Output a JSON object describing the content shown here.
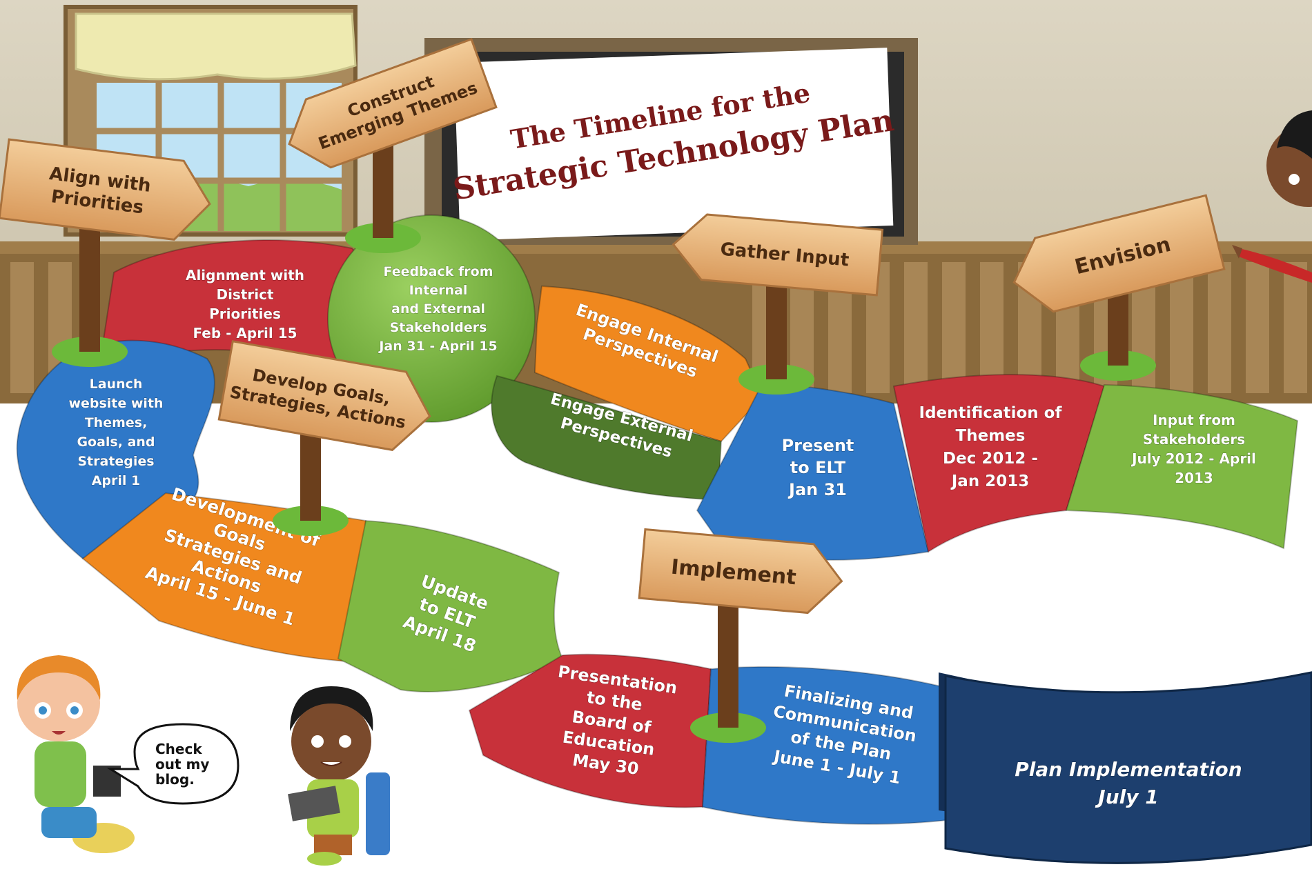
{
  "title": {
    "line1": "The Timeline for the",
    "line2": "Strategic Technology Plan"
  },
  "signs": {
    "align": [
      "Align with",
      "Priorities"
    ],
    "construct": [
      "Construct",
      "Emerging Themes"
    ],
    "develop": [
      "Develop Goals,",
      "Strategies, Actions"
    ],
    "gather": [
      "Gather Input"
    ],
    "envision": [
      "Envision"
    ],
    "implement": [
      "Implement"
    ]
  },
  "segments": {
    "alignment": [
      "Alignment with",
      "District",
      "Priorities",
      "Feb - April 15"
    ],
    "feedback": [
      "Feedback from",
      "Internal",
      "and External",
      "Stakeholders",
      "Jan 31 - April 15"
    ],
    "engage_internal": [
      "Engage Internal",
      "Perspectives"
    ],
    "engage_external": [
      "Engage External",
      "Perspectives"
    ],
    "present_elt": [
      "Present",
      "to ELT",
      "Jan 31"
    ],
    "identification": [
      "Identification of",
      "Themes",
      "Dec 2012 -",
      "Jan 2013"
    ],
    "input_stakeholders": [
      "Input from",
      "Stakeholders",
      "July 2012 - April",
      "2013"
    ],
    "launch": [
      "Launch",
      "website with",
      "Themes,",
      "Goals, and",
      "Strategies",
      "April 1"
    ],
    "development": [
      "Development of",
      "Goals",
      "Strategies and",
      "Actions",
      "April 15 - June 1"
    ],
    "update_elt": [
      "Update",
      "to ELT",
      "April 18"
    ],
    "presentation_board": [
      "Presentation",
      "to the",
      "Board of",
      "Education",
      "May 30"
    ],
    "finalizing": [
      "Finalizing and",
      "Communication",
      "of the Plan",
      "June 1 - July 1"
    ]
  },
  "banner": [
    "Plan Implementation",
    "July 1"
  ],
  "speech_bubble": [
    "Check",
    "out my",
    "blog."
  ],
  "colors": {
    "red": "#c8313a",
    "green": "#7fb843",
    "dark_green": "#4f7a2c",
    "orange": "#f0881e",
    "blue": "#2f78c8",
    "navy": "#1d3f6e",
    "wood": "#e6b27a",
    "post": "#6b3f1c",
    "wall": "#d7d0bd",
    "panel": "#8a6a3c"
  }
}
